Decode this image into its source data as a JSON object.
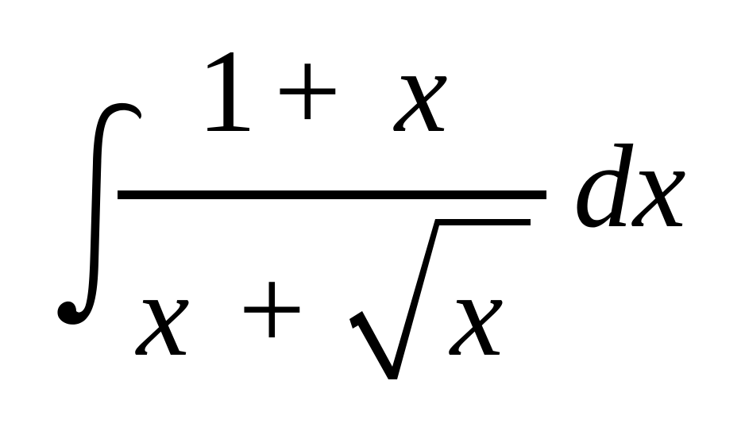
{
  "formula": {
    "numerator": {
      "one": "1",
      "plus": "+",
      "x": "x"
    },
    "denominator": {
      "x": "x",
      "plus": "+",
      "radicand": "x"
    },
    "differential": "dx"
  }
}
